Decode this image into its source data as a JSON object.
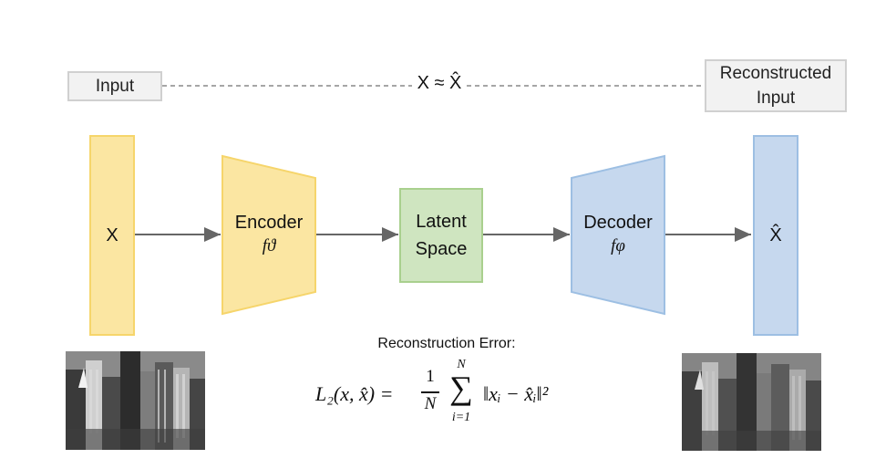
{
  "input_label": "Input",
  "reconstructed_label": "Reconstructed Input",
  "approx_text": "X ≈ X̂",
  "input_symbol": "X",
  "output_symbol": "X̂",
  "encoder": {
    "title": "Encoder",
    "fn": "fϑ"
  },
  "latent": {
    "line1": "Latent",
    "line2": "Space"
  },
  "decoder": {
    "title": "Decoder",
    "fn": "fφ"
  },
  "error_caption": "Reconstruction Error:",
  "formula": {
    "lhs": "L₂(x, x̂) = ",
    "frac_num": "1",
    "frac_den": "N",
    "sum_top": "N",
    "sum_sym": "∑",
    "sum_bottom": "i=1",
    "term": "‖xᵢ − x̂ᵢ‖²"
  },
  "colors": {
    "yellow_fill": "#fbe6a2",
    "yellow_border": "#f6d56b",
    "blue_fill": "#c6d8ee",
    "blue_border": "#9dbfe3",
    "green_fill": "#cfe5c0",
    "green_border": "#a9d08e",
    "arrow": "#666666"
  },
  "images": [
    "input-city-photo",
    "reconstructed-city-photo"
  ]
}
